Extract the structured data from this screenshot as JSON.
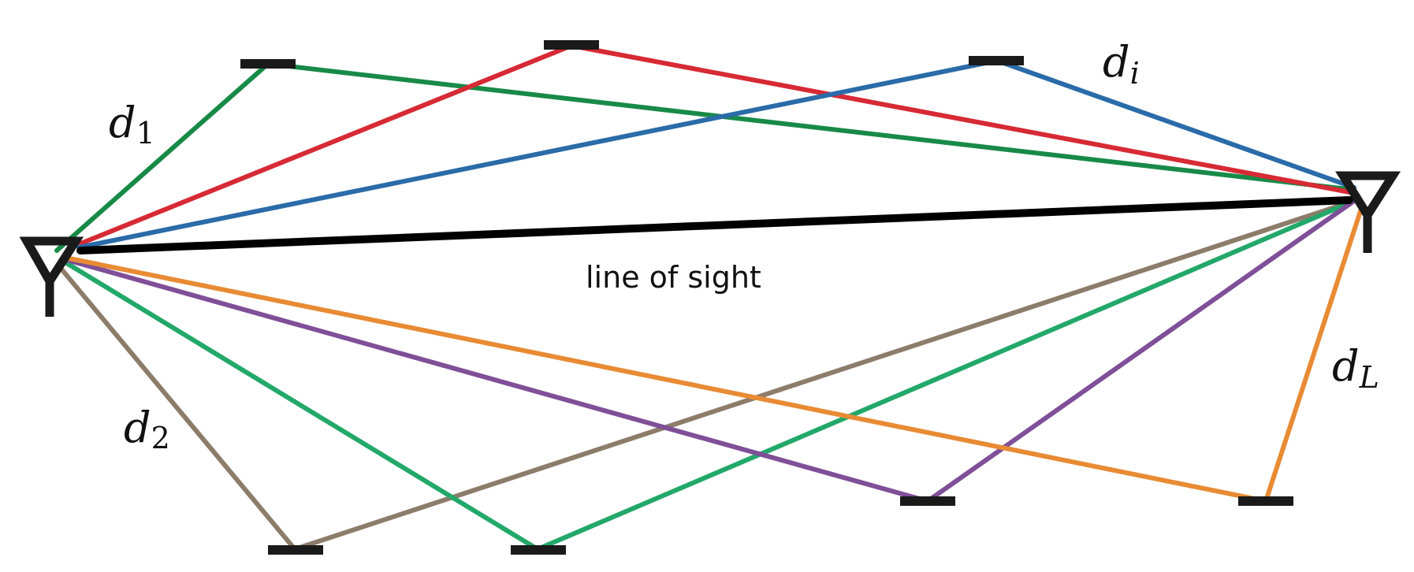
{
  "labels": {
    "line_of_sight": "line of sight",
    "d1": {
      "base": "d",
      "sub": "1"
    },
    "d2": {
      "base": "d",
      "sub": "2"
    },
    "di": {
      "base": "d",
      "sub": "i"
    },
    "dL": {
      "base": "d",
      "sub": "L"
    }
  },
  "colors": {
    "line_of_sight": "#000000",
    "antenna": "#1a1a1a",
    "reflector": "#1a1a1a",
    "path_green": "#188a48",
    "path_red": "#d62a35",
    "path_blue": "#2a6ba8",
    "path_orange": "#e88b34",
    "path_purple": "#7f4f98",
    "path_teal": "#22a86a",
    "path_brown": "#8c7c6a"
  }
}
